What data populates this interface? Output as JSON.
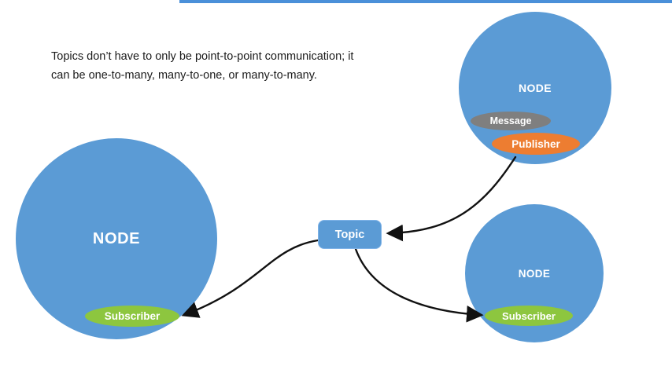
{
  "caption": {
    "line1": "Topics don’t have to only be point-to-point communication; it",
    "line2": "can be one-to-many, many-to-one, or many-to-many."
  },
  "topic": {
    "label": "Topic"
  },
  "nodes": {
    "left": {
      "label": "NODE",
      "subscriber_label": "Subscriber"
    },
    "top_right": {
      "label": "NODE",
      "message_label": "Message",
      "publisher_label": "Publisher"
    },
    "bottom_right": {
      "label": "NODE",
      "subscriber_label": "Subscriber"
    }
  },
  "colors": {
    "node_fill": "#5B9BD5",
    "subscriber_fill": "#8DC63F",
    "publisher_fill": "#ED7D31",
    "message_fill": "#7F7F7F",
    "topic_fill": "#5B9BD5",
    "topic_border": "#7FB3E8",
    "arrow": "#111111",
    "progress_line": "#4A90D9"
  }
}
